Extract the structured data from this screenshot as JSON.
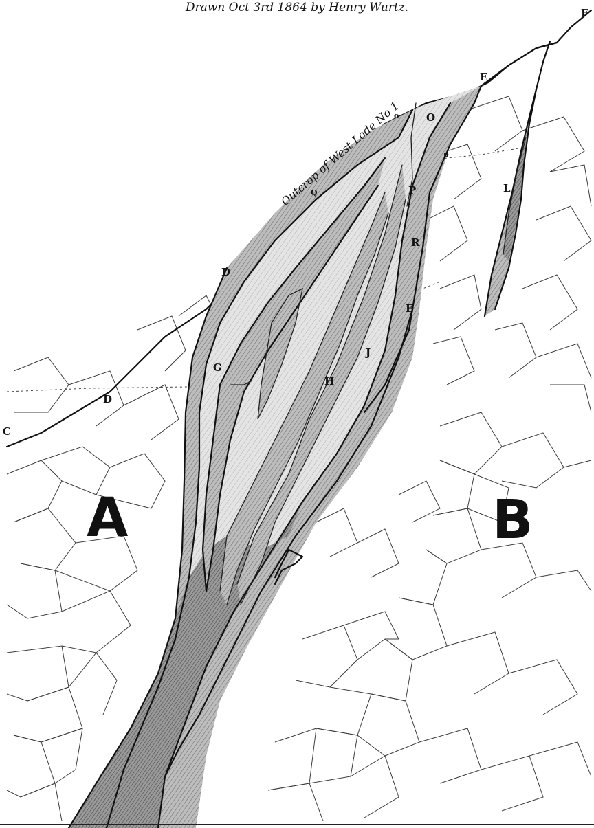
{
  "header": {
    "credit": "Drawn Oct 3rd 1864 by Henry Wurtz."
  },
  "lode": {
    "outcrop_label": "Outcrop of West Lode No 1"
  },
  "labels": {
    "C": "C",
    "D_upper": "D",
    "D_lower": "D",
    "E_top": "E",
    "E_mid": "E",
    "F": "F",
    "G": "G",
    "H": "H",
    "J": "J",
    "L": "L",
    "O_small": "o",
    "O_large": "O",
    "P_small": "p",
    "P_large": "P",
    "Q": "Q",
    "R": "R",
    "A": "A",
    "B": "B"
  },
  "colors": {
    "vein_fill": "#a9a9a9",
    "vein_dark": "#8a8a8a",
    "ink": "#111111",
    "paper": "#ffffff"
  }
}
